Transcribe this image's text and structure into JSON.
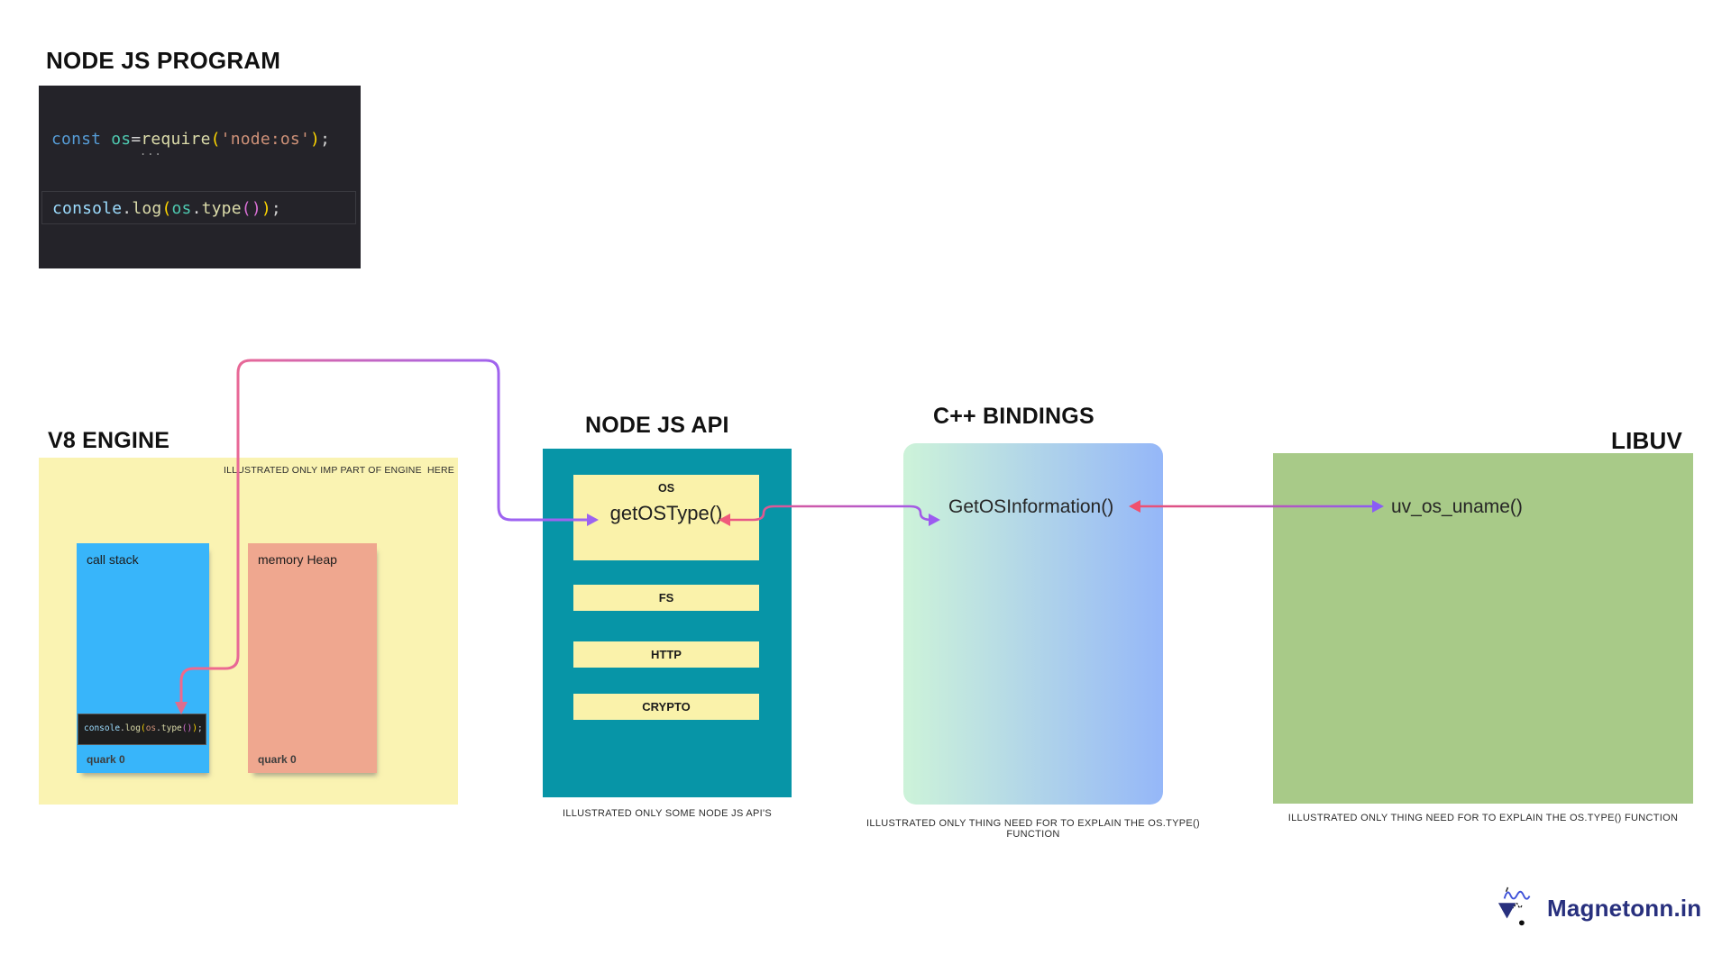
{
  "headings": {
    "program": "NODE JS PROGRAM",
    "v8": "V8 ENGINE",
    "api": "NODE JS API",
    "bindings": "C++ BINDINGS",
    "libuv": "LIBUV"
  },
  "code_block": {
    "line1_tokens": [
      {
        "t": "const ",
        "c": "kw"
      },
      {
        "t": "os",
        "c": "type"
      },
      {
        "t": "=",
        "c": "plain"
      },
      {
        "t": "require",
        "c": "fn"
      },
      {
        "t": "(",
        "c": "b1"
      },
      {
        "t": "'node:os'",
        "c": "str"
      },
      {
        "t": ")",
        "c": "b1"
      },
      {
        "t": ";",
        "c": "plain"
      }
    ],
    "ellipsis": "...",
    "line2_tokens": [
      {
        "t": "console",
        "c": "var"
      },
      {
        "t": ".",
        "c": "plain"
      },
      {
        "t": "log",
        "c": "fn"
      },
      {
        "t": "(",
        "c": "b1"
      },
      {
        "t": "os",
        "c": "type"
      },
      {
        "t": ".",
        "c": "plain"
      },
      {
        "t": "type",
        "c": "fn"
      },
      {
        "t": "(",
        "c": "b2"
      },
      {
        "t": ")",
        "c": "b2"
      },
      {
        "t": ")",
        "c": "b1"
      },
      {
        "t": ";",
        "c": "plain"
      }
    ]
  },
  "v8": {
    "note": "ILLUSTRATED ONLY IMP PART OF ENGINE  HERE",
    "call_stack_label": "call stack",
    "memory_heap_label": "memory Heap",
    "quark_left": "quark 0",
    "quark_right": "quark 0",
    "stack_code_tokens": [
      {
        "t": "console",
        "c": "var"
      },
      {
        "t": ".",
        "c": "plain"
      },
      {
        "t": "log",
        "c": "fn"
      },
      {
        "t": "(",
        "c": "b1"
      },
      {
        "t": "os",
        "c": "str"
      },
      {
        "t": ".",
        "c": "plain"
      },
      {
        "t": "type",
        "c": "fn"
      },
      {
        "t": "(",
        "c": "b2"
      },
      {
        "t": ")",
        "c": "b2"
      },
      {
        "t": ")",
        "c": "b1"
      },
      {
        "t": ";",
        "c": "plain"
      }
    ]
  },
  "api": {
    "os_module": "OS",
    "os_function": "getOSType()",
    "modules": [
      "FS",
      "HTTP",
      "CRYPTO"
    ],
    "caption": "ILLUSTRATED ONLY SOME NODE JS API'S"
  },
  "bindings": {
    "function": "GetOSInformation()",
    "caption": "ILLUSTRATED ONLY THING NEED FOR TO EXPLAIN THE OS.TYPE() FUNCTION"
  },
  "libuv": {
    "function": "uv_os_uname()",
    "caption": "ILLUSTRATED ONLY THING NEED FOR TO EXPLAIN THE OS.TYPE() FUNCTION"
  },
  "brand": {
    "name": "Magnetonn.in"
  },
  "colors": {
    "editor_bg": "#242329",
    "v8_box": "#FAF3B2",
    "call_stack": "#38B5FA",
    "memory_heap": "#EFA78F",
    "api_box_teal": "#0795A7",
    "api_item_yellow": "#FAF2AA",
    "bindings_gradient_start": "#CDF3D9",
    "bindings_gradient_end": "#95B7F8",
    "libuv_green": "#A8CA88",
    "arrow_pink": "#F0587A",
    "arrow_purple": "#9C5BF0",
    "brand_navy": "#28307E"
  }
}
